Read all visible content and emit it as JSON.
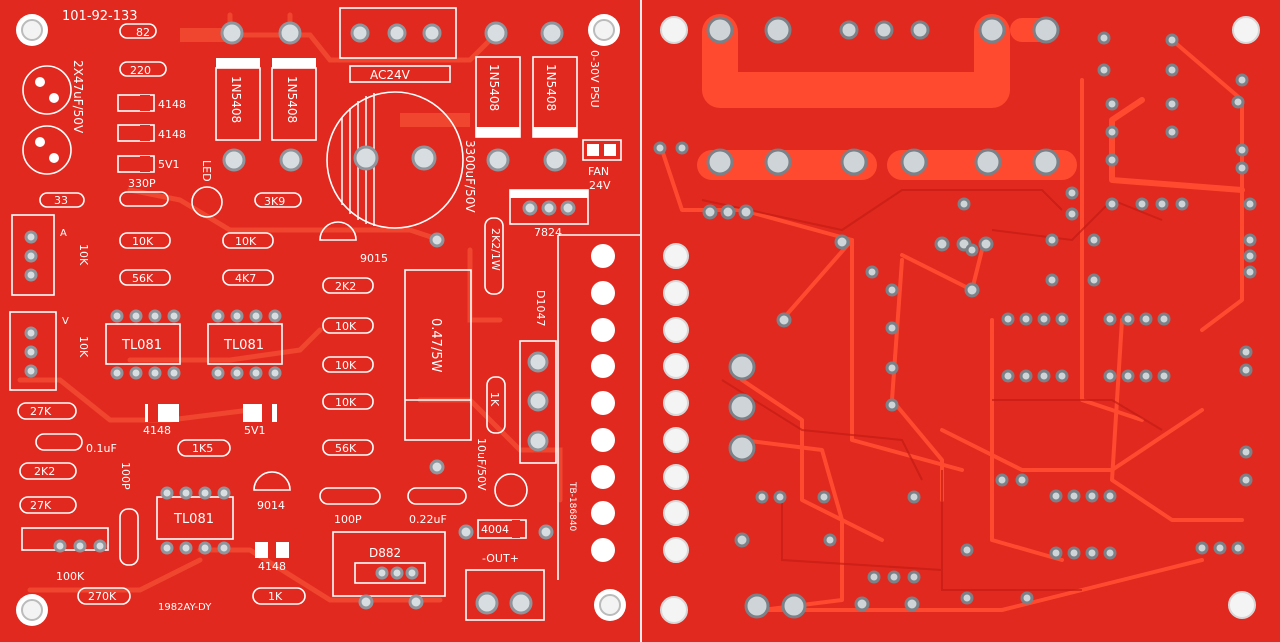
{
  "front": {
    "board_id": "101-92-133",
    "maker": "1982AY-DY",
    "labels": {
      "r82": "82",
      "r220": "220",
      "d4148a": "4148",
      "d4148b": "4148",
      "z5v1a": "5V1",
      "c330p": "330P",
      "r33": "33",
      "r3k9": "3K9",
      "led": "LED",
      "cap2x47": "2X47uF/50V",
      "d1n5408a": "1N5408",
      "d1n5408b": "1N5408",
      "d1n5408c": "1N5408",
      "d1n5408d": "1N5408",
      "ac24v": "AC24V",
      "psu": "0-30V PSU",
      "fan": "FAN",
      "fan24v": "24V",
      "c3300": "3300uF/50V",
      "reg7824": "7824",
      "r10k_a": "10K",
      "r10k_b": "10K",
      "r56k_a": "56K",
      "r4k7": "4K7",
      "pot_a": "A",
      "pot_a_val": "10K",
      "pot_v": "V",
      "pot_v_val": "10K",
      "t9015": "9015",
      "r2k2_5w": "2K2/1W",
      "r2k2_a": "2K2",
      "r10k_c": "10K",
      "r10k_d": "10K",
      "r10k_e": "10K",
      "ic1": "TL081",
      "ic2": "TL081",
      "ic3": "TL081",
      "rshunt": "0.47/5W",
      "d1047": "D1047",
      "r1k_a": "1K",
      "c10u": "10uF/50V",
      "r27k_a": "27K",
      "d4148c": "4148",
      "z5v1b": "5V1",
      "c01u": "0.1uF",
      "r1k5": "1K5",
      "r56k_b": "56K",
      "r2k2_b": "2K2",
      "c100p_a": "100P",
      "t9014": "9014",
      "r27k_b": "27K",
      "c100p_b": "100P",
      "c022u": "0.22uF",
      "d4004": "4004",
      "out": "-OUT+",
      "d882": "D882",
      "r100k": "100K",
      "d4148d": "4148",
      "r270k": "270K",
      "r1k_b": "1K",
      "tb": "TB-186840"
    }
  },
  "colors": {
    "board": "#e1291f",
    "copper": "#ff3a22",
    "silkscreen": "#ffffff",
    "pad": "#c9cdd2"
  }
}
